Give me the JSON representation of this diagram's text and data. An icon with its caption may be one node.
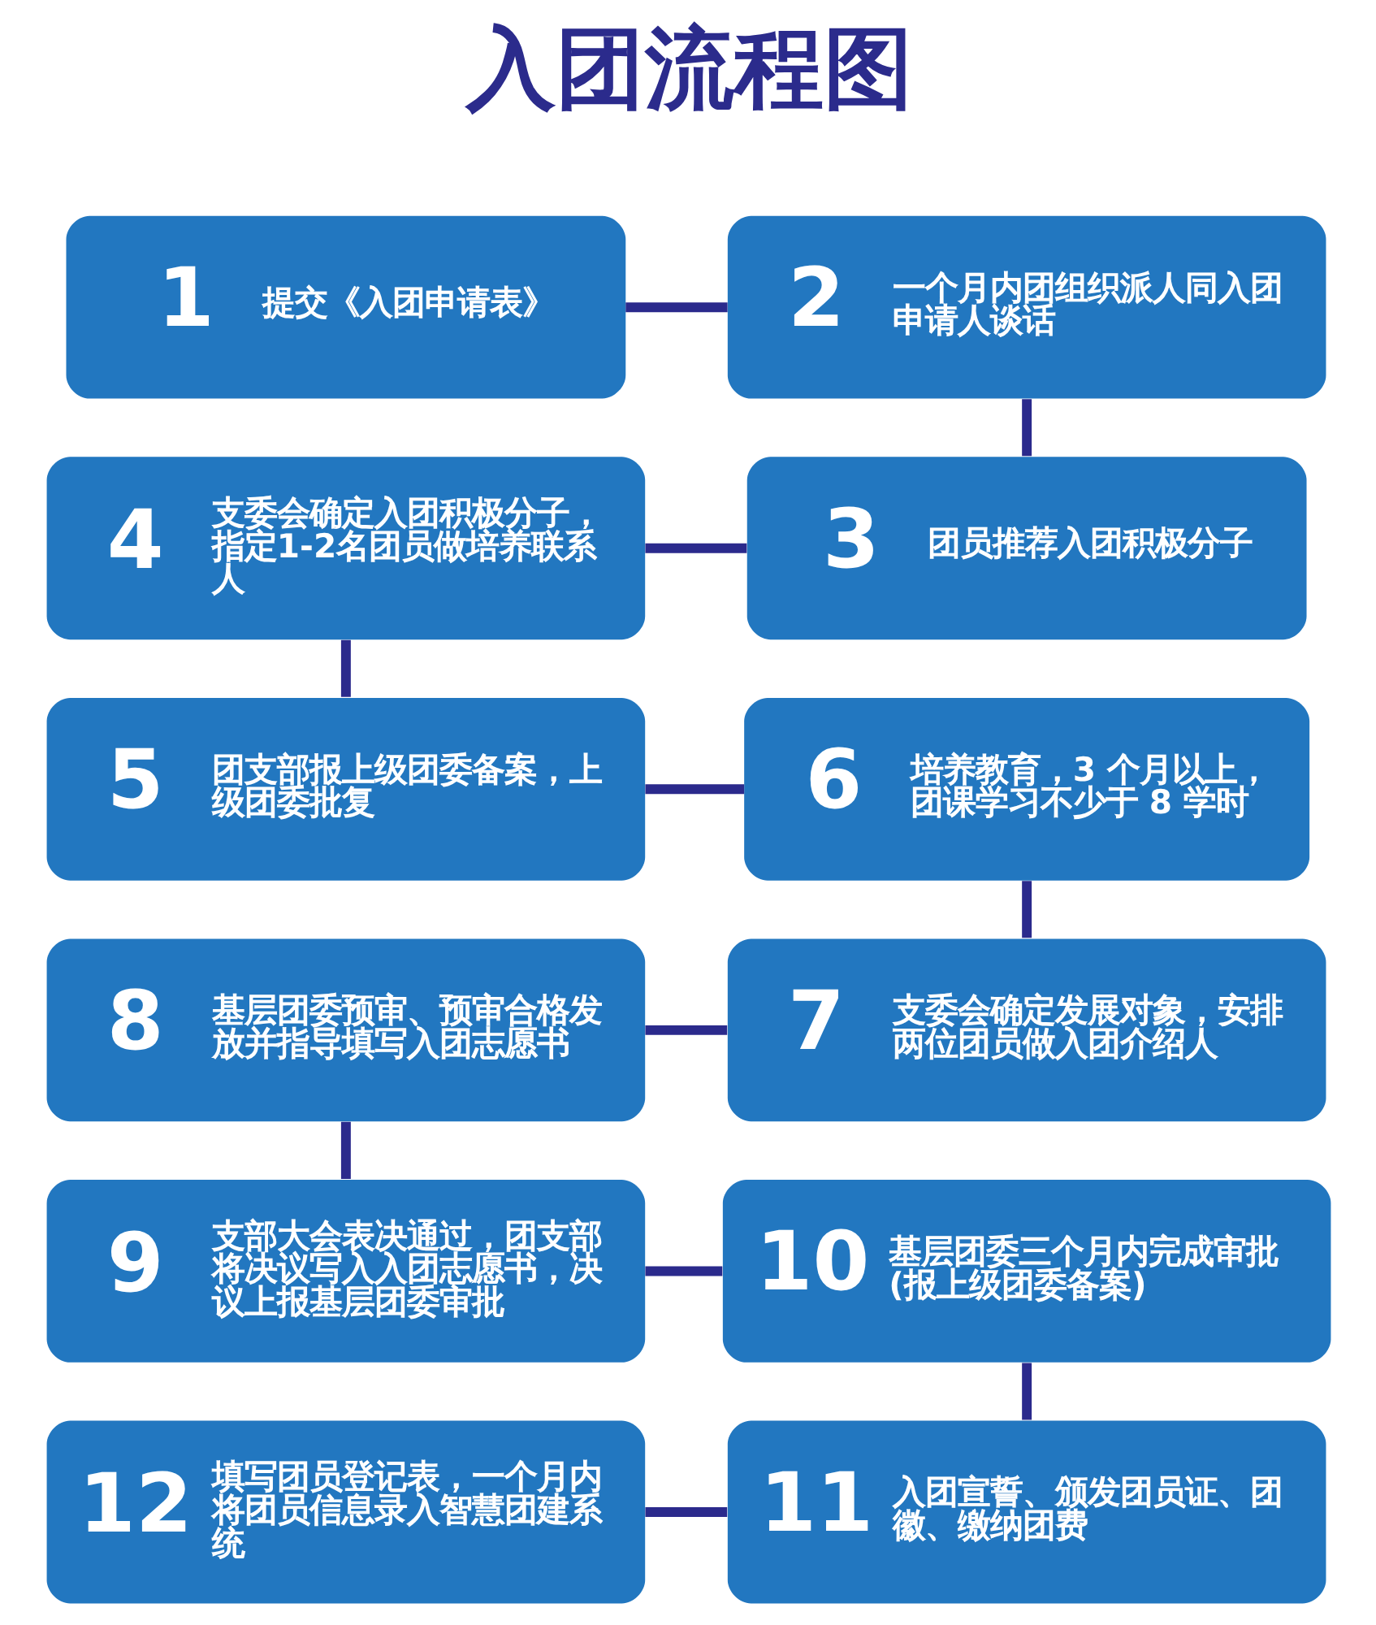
{
  "diagram": {
    "title": "入团流程图",
    "nodes": [
      {
        "text": [
          "1",
          "提交《入团申请表》"
        ]
      },
      {
        "text": [
          "2",
          "一个月内团组织派人同入团申请人谈话"
        ]
      },
      {
        "text": [
          "3",
          "团员推荐入团积极分子"
        ]
      },
      {
        "text": [
          "4",
          "支委会确定入团积极分子，指定1-2名团员做培养联系人"
        ]
      },
      {
        "text": [
          "5",
          "团支部报上级团委备案，上级团委批复"
        ]
      },
      {
        "text": [
          "6",
          "培养教育，3 个月以上，团课学习不少于 8 学时"
        ]
      },
      {
        "text": [
          "7",
          "支委会确定发展对象，安排两位团员做入团介绍人"
        ]
      },
      {
        "text": [
          "8",
          "基层团委预审、预审合格发放并指导填写入团志愿书"
        ]
      },
      {
        "text": [
          "9",
          "支部大会表决通过，团支部将决议写入入团志愿书，决议上报基层团委审批"
        ]
      },
      {
        "text": [
          "10",
          "基层团委三个月内完成审批 (报上级团委备案)"
        ]
      },
      {
        "text": [
          "11",
          "入团宣誓、颁发团员证、团徽、缴纳团费"
        ]
      },
      {
        "text": [
          "12",
          "填写团员登记表，一个月内将团员信息录入智慧团建系统"
        ]
      }
    ],
    "edges": [
      {
        "from": 0,
        "to": 1,
        "arrow": "none"
      },
      {
        "from": 1,
        "to": 2,
        "arrow": "none"
      },
      {
        "from": 2,
        "to": 3,
        "arrow": "none"
      },
      {
        "from": 3,
        "to": 4,
        "arrow": "none"
      },
      {
        "from": 4,
        "to": 5,
        "arrow": "none"
      },
      {
        "from": 5,
        "to": 6,
        "arrow": "none"
      },
      {
        "from": 6,
        "to": 7,
        "arrow": "none"
      },
      {
        "from": 7,
        "to": 8,
        "arrow": "none"
      },
      {
        "from": 8,
        "to": 9,
        "arrow": "none"
      },
      {
        "from": 9,
        "to": 10,
        "arrow": "none"
      },
      {
        "from": 10,
        "to": 11,
        "arrow": "none"
      }
    ]
  }
}
